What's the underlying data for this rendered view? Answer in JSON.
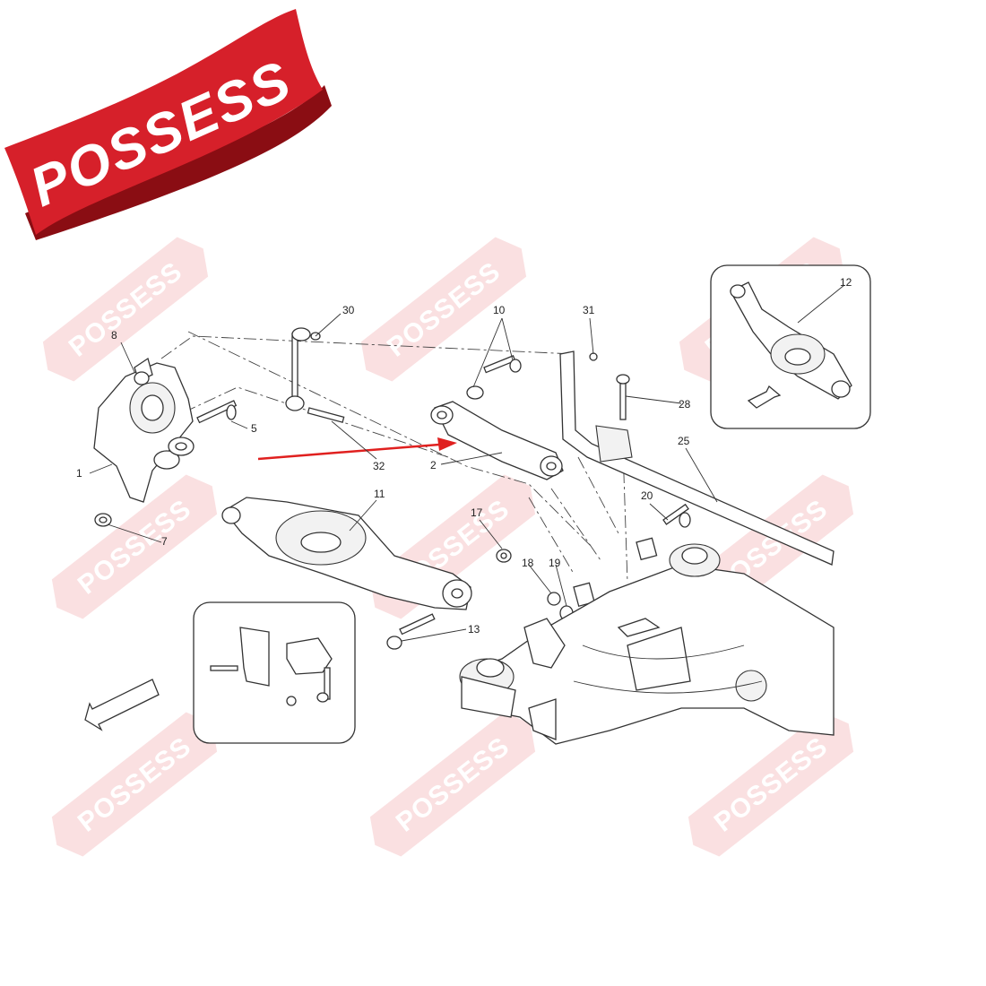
{
  "brand": {
    "name": "POSSESS",
    "color": "#d6202a",
    "shadow_color": "#8a0d13",
    "watermark_color": "#f6c7c9"
  },
  "callouts": {
    "c1": "1",
    "c2": "2",
    "c5": "5",
    "c7": "7",
    "c8": "8",
    "c10": "10",
    "c11": "11",
    "c12": "12",
    "c13": "13",
    "c17": "17",
    "c18": "18",
    "c19": "19",
    "c20": "20",
    "c25": "25",
    "c28": "28",
    "c30": "30",
    "c31": "31",
    "c32": "32"
  },
  "highlight": {
    "arrow_color": "#e0201f",
    "target_part": "2"
  },
  "icons": [
    "front-direction-arrow-icon",
    "front-direction-arrow-icon"
  ]
}
